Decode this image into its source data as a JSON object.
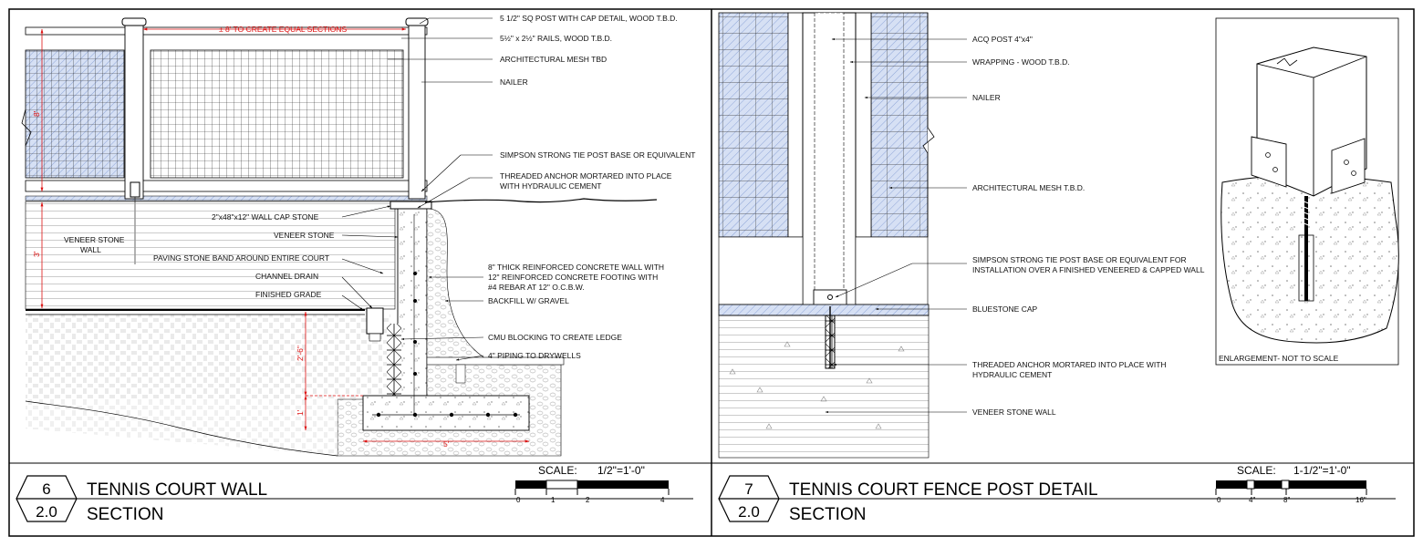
{
  "left_panel": {
    "detail_number": "6",
    "sheet_number": "2.0",
    "title": "TENNIS COURT WALL",
    "subtitle": "SECTION",
    "scale_label": "SCALE:",
    "scale_value": "1/2\"=1'-0\"",
    "scale_ticks": [
      "0",
      "1",
      "2",
      "4"
    ],
    "dimensions": {
      "sections": "± 8' TO CREATE EQUAL SECTIONS",
      "fence_height": "8'",
      "wall_height": "3'",
      "footing_depth": "2'-6\"",
      "footing_thickness": "1'",
      "footing_width": "5'"
    },
    "callouts": [
      "5 1/2\" SQ POST WITH CAP DETAIL, WOOD T.B.D.",
      "5½\" x 2½\" RAILS, WOOD T.B.D.",
      "ARCHITECTURAL MESH TBD",
      "NAILER",
      "SIMPSON STRONG TIE POST BASE OR EQUIVALENT",
      "THREADED ANCHOR MORTARED INTO PLACE",
      "WITH HYDRAULIC CEMENT",
      "2\"x48\"x12\" WALL CAP STONE",
      "VENEER STONE",
      "VENEER STONE",
      "WALL",
      "PAVING STONE BAND AROUND ENTIRE COURT",
      "CHANNEL DRAIN",
      "FINISHED GRADE",
      "8\" THICK REINFORCED CONCRETE WALL WITH",
      "12\" REINFORCED CONCRETE FOOTING WITH",
      "#4 REBAR AT 12\" O.C.B.W.",
      "BACKFILL W/ GRAVEL",
      "CMU BLOCKING TO CREATE LEDGE",
      "4\" PIPING TO DRYWELLS"
    ]
  },
  "right_panel": {
    "detail_number": "7",
    "sheet_number": "2.0",
    "title": "TENNIS COURT FENCE POST DETAIL",
    "subtitle": "SECTION",
    "scale_label": "SCALE:",
    "scale_value": "1-1/2\"=1'-0\"",
    "scale_ticks": [
      "0",
      "4\"",
      "8\"",
      "16\""
    ],
    "enlargement_label": "ENLARGEMENT- NOT TO SCALE",
    "callouts": [
      "ACQ POST 4\"x4\"",
      "WRAPPING - WOOD T.B.D.",
      "NAILER",
      "ARCHITECTURAL MESH T.B.D.",
      "SIMPSON STRONG TIE POST BASE OR EQUIVALENT FOR",
      "INSTALLATION OVER A FINISHED VENEERED & CAPPED WALL",
      "BLUESTONE CAP",
      "THREADED ANCHOR MORTARED INTO PLACE WITH",
      "HYDRAULIC CEMENT",
      "VENEER STONE WALL"
    ]
  },
  "colors": {
    "line": "#000000",
    "dimension": "#dd1111",
    "mesh_fill": "#c8d6f0"
  }
}
